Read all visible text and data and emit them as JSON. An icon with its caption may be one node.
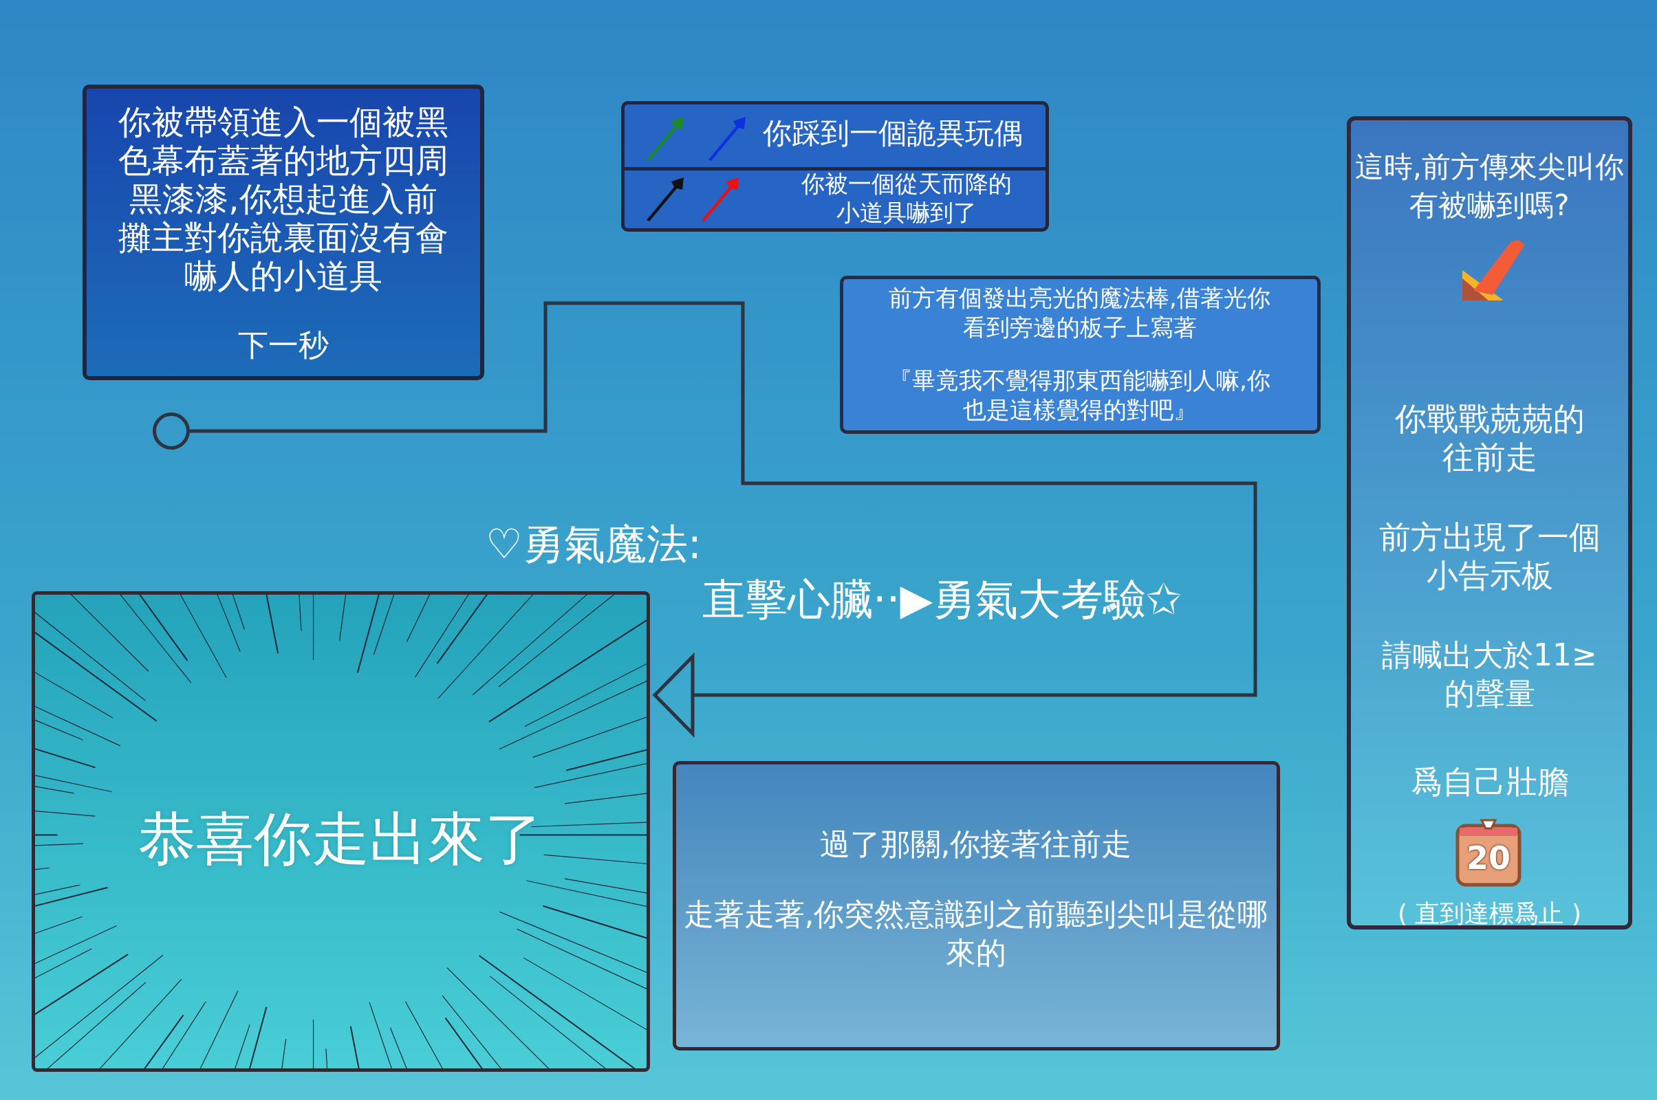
{
  "diagram": {
    "nodes": [
      {
        "text": [
          "你被帶領進入一個被黑色幕布蓋著的地方四周黑漆漆,你想起進入前攤主對你說裏面沒有會嚇人的小道具",
          "下一秒"
        ]
      },
      {
        "text": [],
        "shape": "circle"
      },
      {
        "text": [],
        "shape": "box"
      },
      {
        "text": [
          "你踩到一個詭異玩偶"
        ],
        "in": 2
      },
      {
        "text": [
          "你被一個從天而降的小道具嚇到了"
        ],
        "in": 2
      },
      {
        "text": [
          "前方有個發出亮光的魔法棒,借著光你看到旁邊的板子上寫著",
          "『畢竟我不覺得那東西能嚇到人嘛,你也是這樣覺得的對吧』"
        ]
      },
      {
        "text": [
          "這時,前方傳來尖叫你有被嚇到嗎?",
          "你戰戰兢兢的往前走",
          "前方出現了一個小告示板",
          "請喊出大於11≥的聲量",
          "爲自己壯膽",
          "20",
          "( 直到達標爲止 )"
        ]
      },
      {
        "text": [
          "恭喜你走出來了"
        ]
      },
      {
        "text": [
          "過了那關,你接著往前走",
          "走著走著,你突然意識到之前聽到尖叫是從哪來的"
        ]
      }
    ],
    "edges": [
      {
        "from": 1,
        "to": 7,
        "arrow": "to"
      }
    ],
    "labels": [
      "♡勇氣魔法:",
      "直擊心臟··▶勇氣大考驗✩"
    ]
  }
}
